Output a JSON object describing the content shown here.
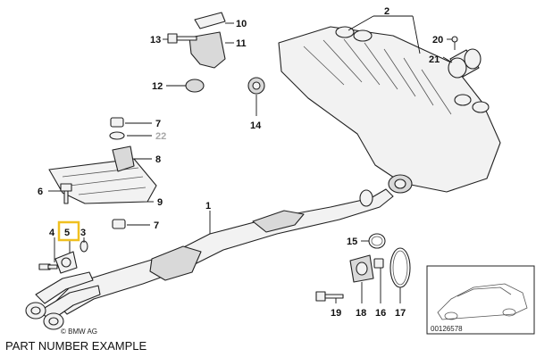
{
  "caption": "PART NUMBER EXAMPLE",
  "copyright": "© BMW AG",
  "diagram_id": "00126578",
  "highlight_color": "#f0c020",
  "parts": {
    "p1": "1",
    "p2": "2",
    "p3": "3",
    "p4": "4",
    "p5": "5",
    "p6": "6",
    "p7a": "7",
    "p7b": "7",
    "p8": "8",
    "p9": "9",
    "p10": "10",
    "p11": "11",
    "p12": "12",
    "p13": "13",
    "p14": "14",
    "p15": "15",
    "p16": "16",
    "p17": "17",
    "p18": "18",
    "p19": "19",
    "p20": "20",
    "p21": "21",
    "p22": "22"
  }
}
